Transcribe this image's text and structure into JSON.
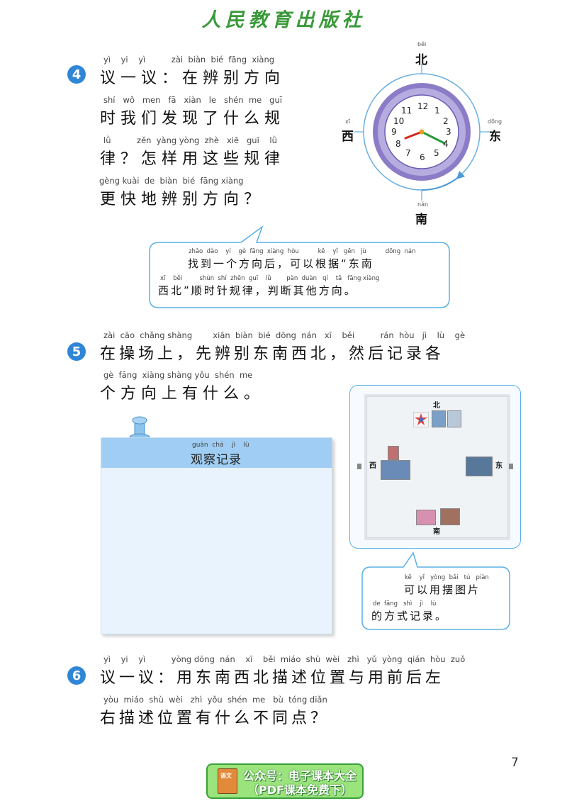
{
  "header": {
    "publisher": "人民教育出版社"
  },
  "section4": {
    "number": "4",
    "lines": [
      {
        "pinyin": "yì    yi    yì          zài  biàn  bié  fāng  xiàng",
        "text": "议一议：在辨别方向"
      },
      {
        "pinyin": "shí   wǒ   men   fā   xiàn   le   shén  me   guī",
        "text": "时我们发现了什么规"
      },
      {
        "pinyin": "lǜ          zěn  yàng yòng  zhè   xiē   guī    lǜ",
        "text": "律？怎样用这些规律"
      },
      {
        "pinyin": "gèng kuài  de  biàn  bié  fāng xiàng",
        "text": "更快地辨别方向？"
      }
    ],
    "bubble": {
      "py1": "zhǎo  dào    yí    gè  fāng  xiàng  hòu          kě    yǐ   gēn   jù          dōng  nán",
      "hz1": "找到一个方向后，可以根据“东南",
      "py2": "xī    běi         shùn  shí  zhēn  guī    lǜ        pàn  duàn   qí    tā   fāng xiàng",
      "hz2": "西北”顺时针规律，判断其他方向。"
    }
  },
  "compass": {
    "north": "北",
    "north_py": "běi",
    "south": "南",
    "south_py": "nán",
    "east": "东",
    "east_py": "dōng",
    "west": "西",
    "west_py": "xī",
    "clock_numbers": [
      "12",
      "1",
      "2",
      "3",
      "4",
      "5",
      "6",
      "7",
      "8",
      "9",
      "10",
      "11"
    ]
  },
  "section5": {
    "number": "5",
    "lines": [
      {
        "pinyin": "zài  cāo  chǎng shàng        xiān  biàn  bié  dōng  nán   xī    běi          rán  hòu   jì    lù    gè",
        "text": "在操场上，先辨别东南西北，然后记录各"
      },
      {
        "pinyin": "gè  fāng  xiàng shàng yǒu  shén  me",
        "text": "个方向上有什么。"
      }
    ],
    "record_card": {
      "pinyin": "guān  chá    jì    lù",
      "title": "观察记录"
    },
    "board": {
      "north": "北",
      "south": "南",
      "east": "东",
      "west": "西"
    },
    "bubble": {
      "py1": "kě    yǐ   yòng  bǎi   tú   piàn",
      "hz1": "可以用摆图片",
      "py2": "de  fāng   shì    jì    lù",
      "hz2": "的方式记录。"
    }
  },
  "section6": {
    "number": "6",
    "lines": [
      {
        "pinyin": "yì    yi    yì          yòng dōng  nán    xī    běi  miáo  shù  wèi   zhì   yǔ  yòng  qián  hòu  zuǒ",
        "text": "议一议：用东南西北描述位置与用前后左"
      },
      {
        "pinyin": "yòu  miáo  shù  wèi   zhì  yǒu  shén  me   bù  tóng diǎn",
        "text": "右描述位置有什么不同点？"
      }
    ]
  },
  "page_number": "7",
  "watermark": {
    "line1": "公众号：电子课本大全",
    "line2": "（PDF课本免费下）",
    "icon_label": "语文"
  },
  "colors": {
    "accent_blue": "#2f86d6",
    "bubble_border": "#5ab0e6",
    "publisher_green": "#3a9a3a"
  }
}
